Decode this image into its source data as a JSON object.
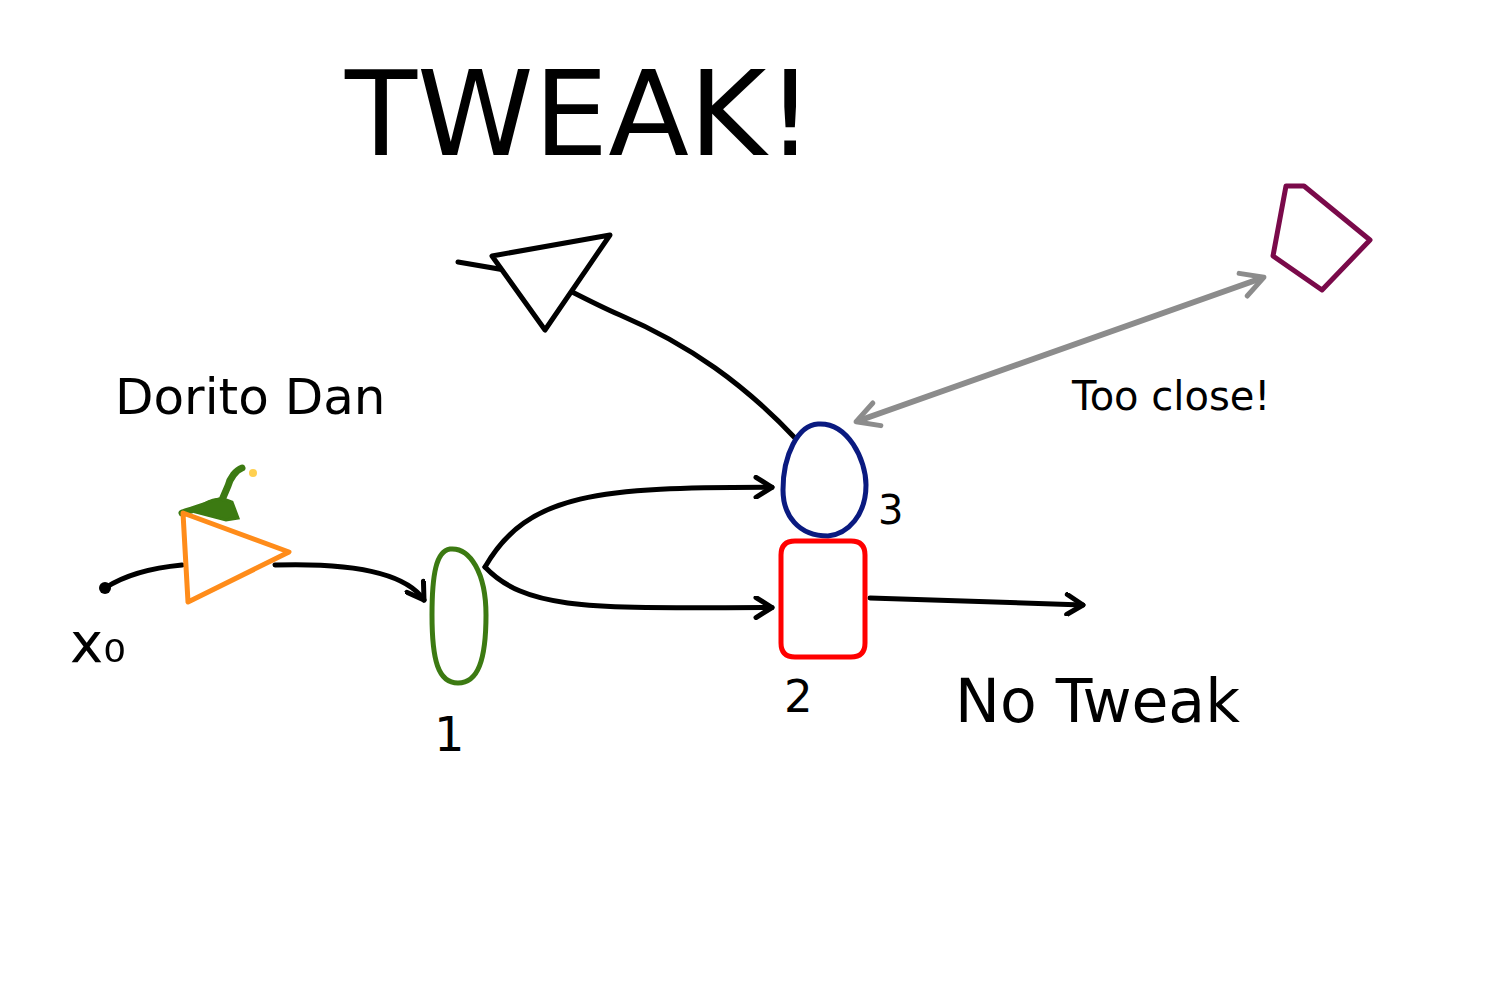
{
  "diagram": {
    "nodes": [
      {
        "text": [
          "Dorito Dan"
        ]
      },
      {
        "text": [
          "1"
        ]
      },
      {
        "text": [
          "3"
        ]
      },
      {
        "text": [
          "2"
        ]
      }
    ],
    "edges": [
      {
        "from": 0,
        "to": 1,
        "arrow": "to"
      },
      {
        "from": 1,
        "to": 2,
        "arrow": "to"
      },
      {
        "from": 1,
        "to": 3,
        "arrow": "to"
      }
    ],
    "labels": [
      "TWEAK!",
      "x₀",
      "Too close!",
      "No Tweak"
    ]
  }
}
